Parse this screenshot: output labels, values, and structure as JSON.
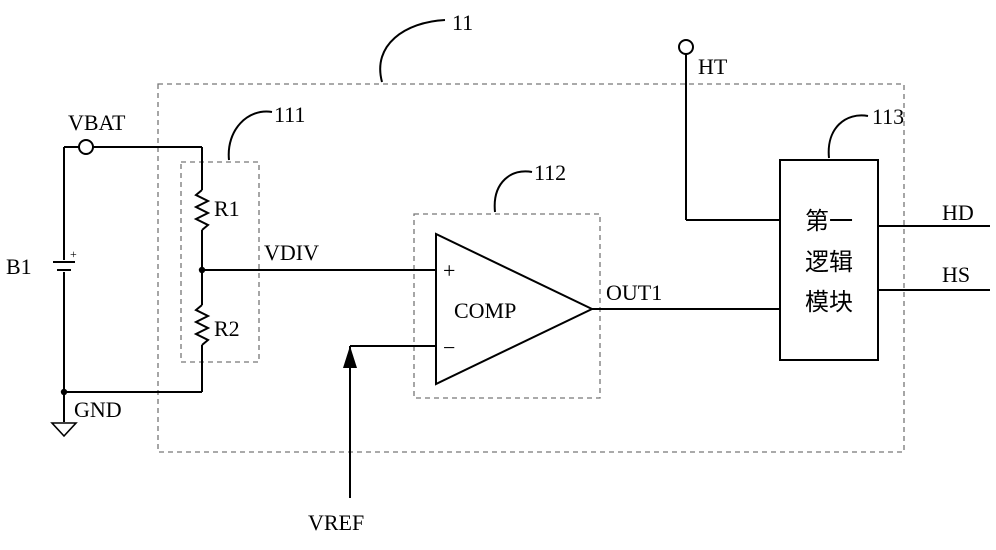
{
  "labels": {
    "block_11": "11",
    "block_111": "111",
    "block_112": "112",
    "block_113": "113",
    "vbat": "VBAT",
    "b1": "B1",
    "gnd": "GND",
    "r1": "R1",
    "r2": "R2",
    "vdiv": "VDIV",
    "comp": "COMP",
    "plus": "+",
    "minus": "−",
    "out1": "OUT1",
    "vref": "VREF",
    "ht": "HT",
    "hd": "HD",
    "hs": "HS",
    "logic_line1": "第一",
    "logic_line2": "逻辑",
    "logic_line3": "模块"
  }
}
